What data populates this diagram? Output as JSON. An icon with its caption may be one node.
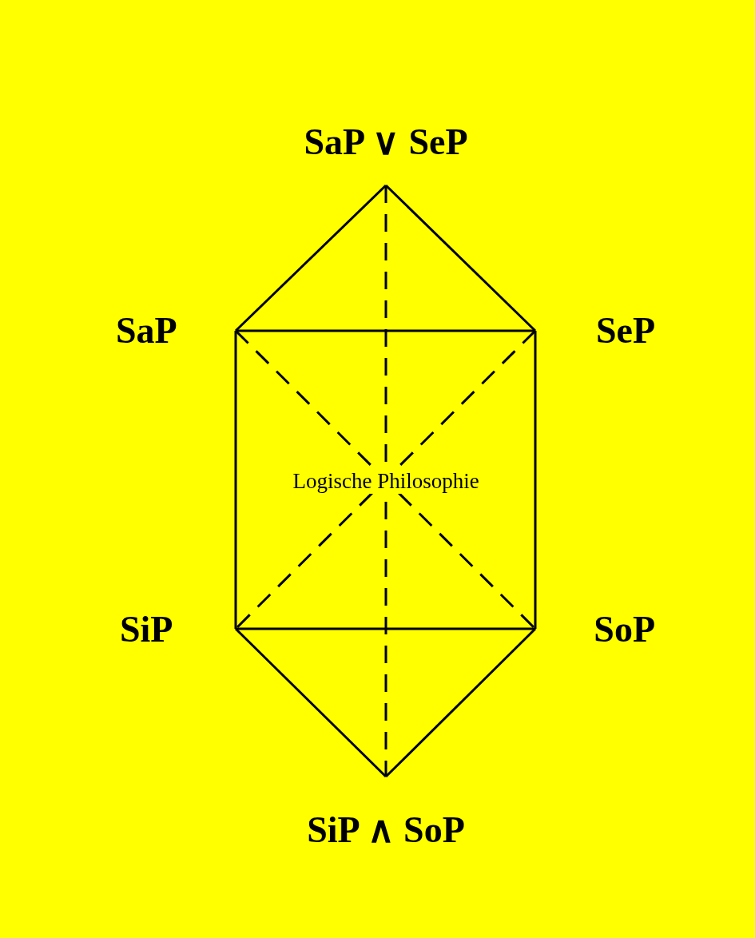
{
  "diagram": {
    "nodes": [
      {
        "text": [
          "SaP ∨ SeP"
        ]
      },
      {
        "text": [
          "SaP"
        ]
      },
      {
        "text": [
          "SeP"
        ]
      },
      {
        "text": [
          "SiP"
        ]
      },
      {
        "text": [
          "SoP"
        ]
      },
      {
        "text": [
          "SiP ∧ SoP"
        ]
      }
    ],
    "edges": [
      {
        "from": 0,
        "to": 1,
        "arrow": "none"
      },
      {
        "from": 0,
        "to": 2,
        "arrow": "none"
      },
      {
        "from": 0,
        "to": 5,
        "arrow": "none",
        "style": "dashed"
      },
      {
        "from": 1,
        "to": 2,
        "arrow": "none"
      },
      {
        "from": 1,
        "to": 3,
        "arrow": "none"
      },
      {
        "from": 1,
        "to": 4,
        "arrow": "none",
        "style": "dashed"
      },
      {
        "from": 2,
        "to": 4,
        "arrow": "none"
      },
      {
        "from": 2,
        "to": 3,
        "arrow": "none",
        "style": "dashed"
      },
      {
        "from": 3,
        "to": 4,
        "arrow": "none"
      },
      {
        "from": 3,
        "to": 5,
        "arrow": "none"
      },
      {
        "from": 4,
        "to": 5,
        "arrow": "none"
      }
    ],
    "labels": [
      "Logische Philosophie"
    ]
  }
}
